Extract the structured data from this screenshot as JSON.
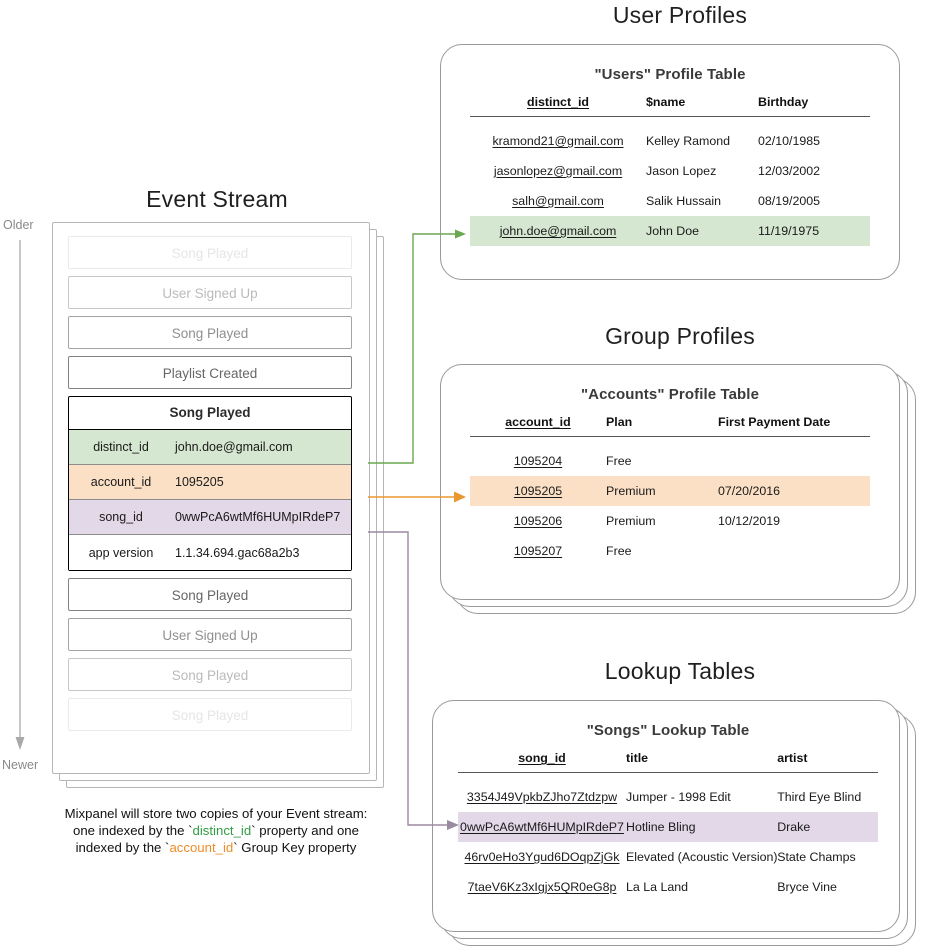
{
  "time_axis": {
    "top_label": "Older",
    "bottom_label": "Newer"
  },
  "event_stream": {
    "title": "Event Stream",
    "events_before": [
      {
        "label": "Song Played",
        "fade": "fade-1"
      },
      {
        "label": "User Signed Up",
        "fade": "fade-2"
      },
      {
        "label": "Song Played",
        "fade": "fade-3"
      },
      {
        "label": "Playlist Created",
        "fade": "fade-4"
      }
    ],
    "expanded_event": {
      "name": "Song Played",
      "properties": [
        {
          "key": "distinct_id",
          "value": "john.doe@gmail.com",
          "style": "row-green"
        },
        {
          "key": "account_id",
          "value": "1095205",
          "style": "row-orange"
        },
        {
          "key": "song_id",
          "value": "0wwPcA6wtMf6HUMpIRdeP7",
          "style": "row-purple"
        },
        {
          "key": "app version",
          "value": "1.1.34.694.gac68a2b3",
          "style": "row-plain"
        }
      ]
    },
    "events_after": [
      {
        "label": "Song Played",
        "fade": "fade-4"
      },
      {
        "label": "User Signed Up",
        "fade": "fade-3"
      },
      {
        "label": "Song Played",
        "fade": "fade-2"
      },
      {
        "label": "Song Played",
        "fade": "fade-1"
      }
    ]
  },
  "caption": {
    "line1": "Mixpanel will store two copies of your Event stream:",
    "line2_a": "one indexed by the `",
    "line2_token": "distinct_id",
    "line2_b": "` property and one",
    "line3_a": "indexed by the `",
    "line3_token": "account_id",
    "line3_b": "` Group Key property"
  },
  "user_profiles": {
    "section_title": "User Profiles",
    "table_title": "\"Users\" Profile Table",
    "columns": [
      "distinct_id",
      "$name",
      "Birthday"
    ],
    "rows": [
      {
        "cells": [
          "kramond21@gmail.com",
          "Kelley Ramond",
          "02/10/1985"
        ],
        "highlight": ""
      },
      {
        "cells": [
          "jasonlopez@gmail.com",
          "Jason Lopez",
          "12/03/2002"
        ],
        "highlight": ""
      },
      {
        "cells": [
          "salh@gmail.com",
          "Salik Hussain",
          "08/19/2005"
        ],
        "highlight": ""
      },
      {
        "cells": [
          "john.doe@gmail.com",
          "John Doe",
          "11/19/1975"
        ],
        "highlight": "hl-green"
      }
    ],
    "stacked_cards": 0
  },
  "group_profiles": {
    "section_title": "Group Profiles",
    "table_title": "\"Accounts\" Profile Table",
    "columns": [
      "account_id",
      "Plan",
      "First Payment Date"
    ],
    "rows": [
      {
        "cells": [
          "1095204",
          "Free",
          ""
        ],
        "highlight": ""
      },
      {
        "cells": [
          "1095205",
          "Premium",
          "07/20/2016"
        ],
        "highlight": "hl-orange"
      },
      {
        "cells": [
          "1095206",
          "Premium",
          "10/12/2019"
        ],
        "highlight": ""
      },
      {
        "cells": [
          "1095207",
          "Free",
          ""
        ],
        "highlight": ""
      }
    ],
    "stacked_cards": 2
  },
  "lookup_tables": {
    "section_title": "Lookup Tables",
    "table_title": "\"Songs\" Lookup Table",
    "columns": [
      "song_id",
      "title",
      "artist"
    ],
    "rows": [
      {
        "cells": [
          "3354J49VpkbZJho7Ztdzpw",
          "Jumper - 1998 Edit",
          "Third Eye Blind"
        ],
        "highlight": ""
      },
      {
        "cells": [
          "0wwPcA6wtMf6HUMpIRdeP7",
          "Hotline Bling",
          "Drake"
        ],
        "highlight": "hl-purple"
      },
      {
        "cells": [
          "46rv0eHo3Ygud6DOqpZjGk",
          "Elevated (Acoustic Version)",
          "State Champs"
        ],
        "highlight": ""
      },
      {
        "cells": [
          "7taeV6Kz3xIgjx5QR0eG8p",
          "La La Land",
          "Bryce Vine"
        ],
        "highlight": ""
      }
    ],
    "stacked_cards": 2
  },
  "colors": {
    "green": "#d5e6d1",
    "orange": "#fbe0c6",
    "purple": "#e3d8e8",
    "green_arrow": "#6aa84f",
    "orange_arrow": "#e8982f",
    "purple_arrow": "#9a8aa0",
    "panel_border": "#9a9a9a",
    "axis_gray": "#a9a9a9"
  }
}
